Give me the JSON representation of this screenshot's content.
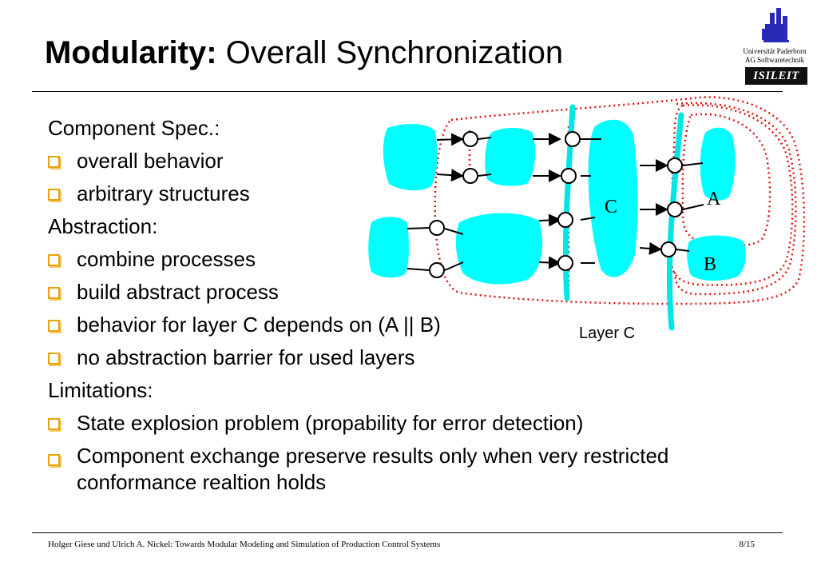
{
  "header": {
    "title_bold": "Modularity:",
    "title_rest": " Overall Synchronization",
    "institution_line1": "Universität Paderborn",
    "institution_line2": "AG Softwaretechnik",
    "badge": "ISILEIT"
  },
  "body": {
    "lines": [
      {
        "text": "Component Spec.:",
        "bullet": false
      },
      {
        "text": "overall behavior",
        "bullet": true
      },
      {
        "text": "arbitrary structures",
        "bullet": true
      },
      {
        "text": "Abstraction:",
        "bullet": false
      },
      {
        "text": "combine processes",
        "bullet": true
      },
      {
        "text": "build abstract process",
        "bullet": true
      },
      {
        "text": "behavior for layer C depends on (A || B)",
        "bullet": true
      },
      {
        "text": "no abstraction barrier for used layers",
        "bullet": true
      },
      {
        "text": "Limitations:",
        "bullet": false
      },
      {
        "text": "State explosion problem (propability for error detection)",
        "bullet": true
      },
      {
        "text": "Component exchange preserve results only when very restricted conformance realtion holds",
        "bullet": true
      }
    ]
  },
  "diagram": {
    "label_c": "C",
    "label_a": "A",
    "label_b": "B",
    "layer_label": "Layer C",
    "colors": {
      "blob": "#00ffff",
      "dotted": "#e01010",
      "layer_line": "#00e5e5"
    }
  },
  "footer": {
    "citation": "Holger Giese und Ulrich A. Nickel: Towards Modular Modeling and Simulation of Production Control Systems",
    "page": "8/15"
  }
}
